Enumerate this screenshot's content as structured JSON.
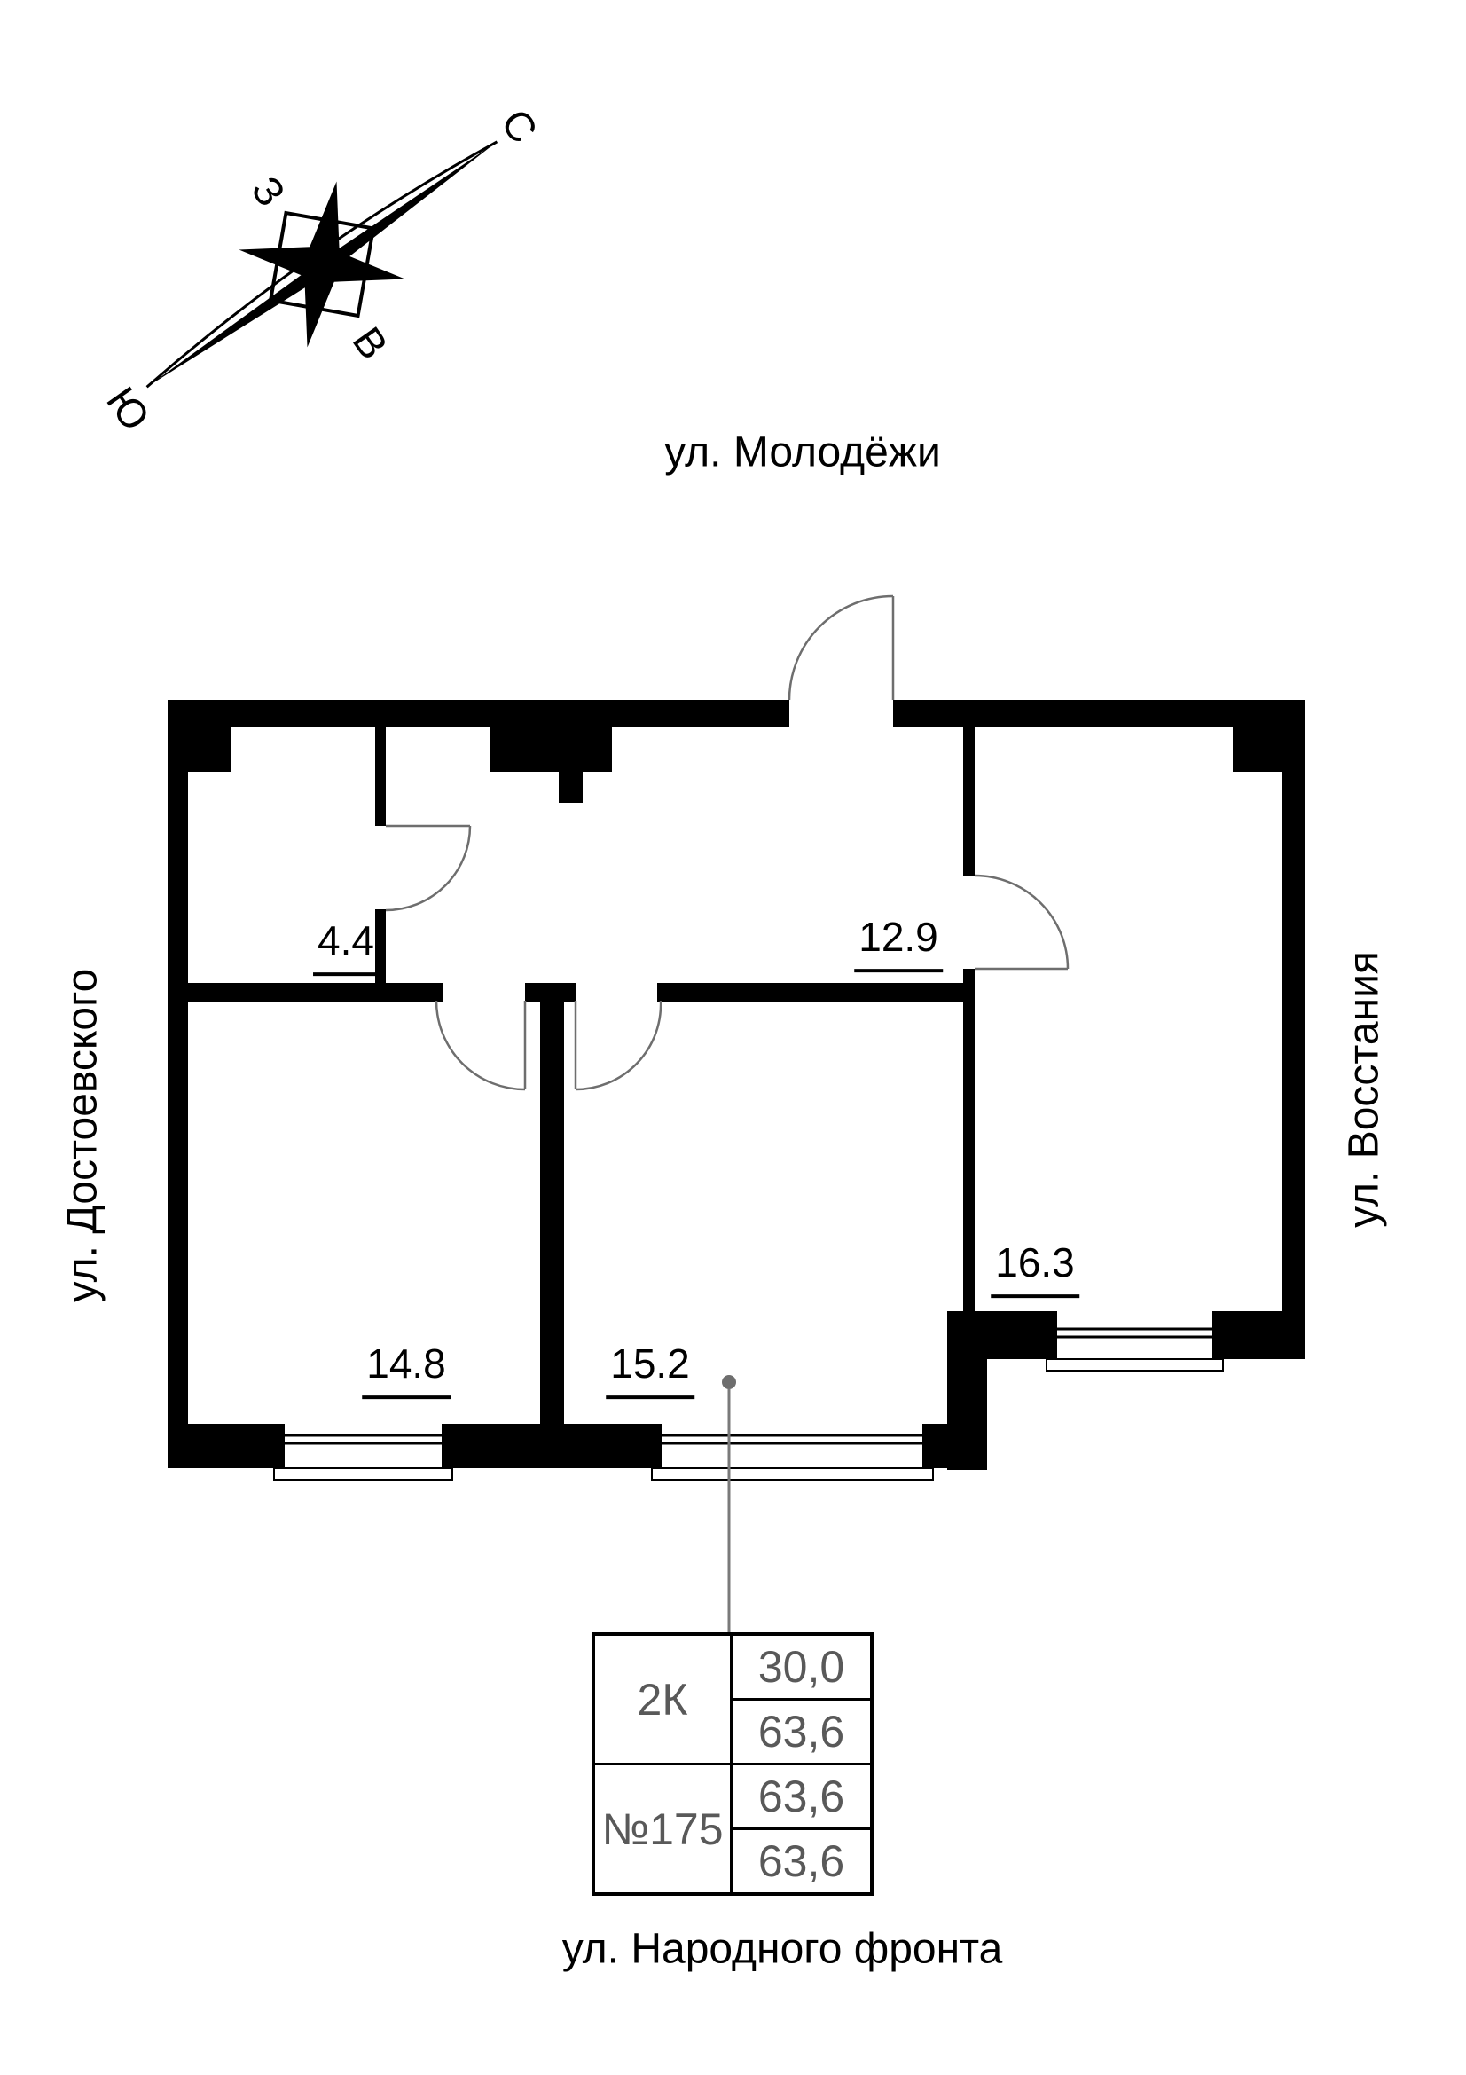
{
  "plan_title": "apartment floor plan",
  "streets": {
    "top": "ул. Молодёжи",
    "left": "ул. Достоевского",
    "right": "ул. Восстания",
    "bottom": "ул. Народного фронта"
  },
  "compass": {
    "north": "С",
    "west": "З",
    "east": "В",
    "south": "Ю"
  },
  "rooms": [
    {
      "id": "room-4-4",
      "area": "4.4"
    },
    {
      "id": "room-12-9",
      "area": "12.9"
    },
    {
      "id": "room-14-8",
      "area": "14.8"
    },
    {
      "id": "room-15-2",
      "area": "15.2"
    },
    {
      "id": "room-16-3",
      "area": "16.3"
    }
  ],
  "info_table": {
    "apartment_type": "2К",
    "apartment_number": "№175",
    "living_area": "30,0",
    "total_area": "63,6",
    "area_row3": "63,6",
    "area_row4": "63,6"
  },
  "colors": {
    "walls": "#000000",
    "door_arcs": "#6e6e6e",
    "leader_line": "#7a7a7a",
    "table_text": "#595959",
    "background": "#ffffff"
  }
}
